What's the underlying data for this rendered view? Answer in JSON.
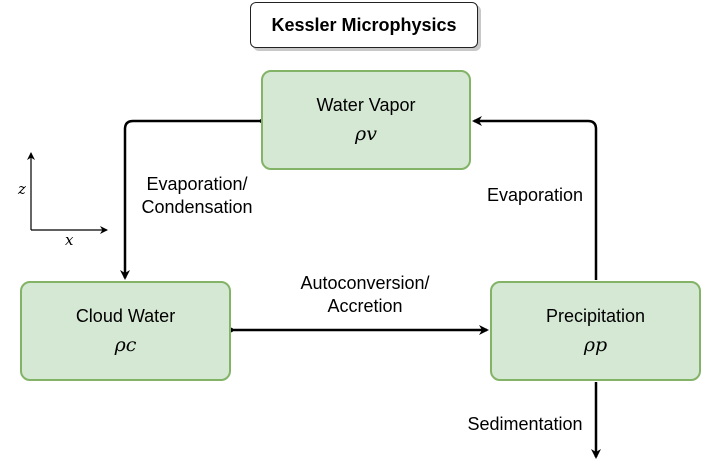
{
  "title": "Kessler Microphysics",
  "nodes": {
    "water_vapor": {
      "name": "Water Vapor",
      "symbol": "ρv"
    },
    "cloud_water": {
      "name": "Cloud Water",
      "symbol": "ρc"
    },
    "precipitation": {
      "name": "Precipitation",
      "symbol": "ρp"
    }
  },
  "edges": {
    "evap_cond": {
      "line1": "Evaporation/",
      "line2": "Condensation"
    },
    "autoconversion": {
      "line1": "Autoconversion/",
      "line2": "Accretion"
    },
    "evaporation": "Evaporation",
    "sedimentation": "Sedimentation"
  },
  "axes": {
    "z": "z",
    "x": "x"
  },
  "colors": {
    "node_fill": "#d5e8d4",
    "node_border": "#82b366",
    "edge": "#000000"
  }
}
